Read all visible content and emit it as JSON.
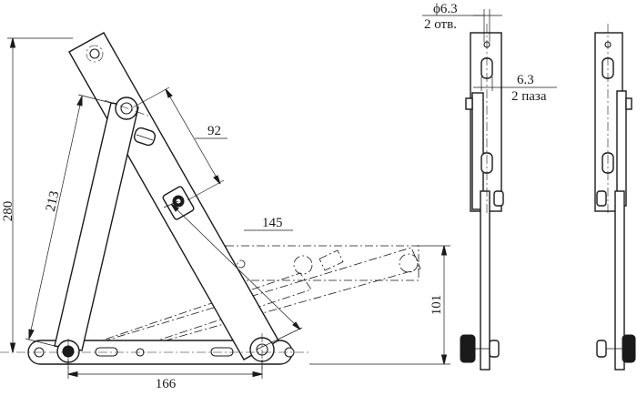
{
  "dimensions": {
    "height_total": "280",
    "arm_length": "213",
    "slot_length": "92",
    "link_length": "145",
    "base_span": "166",
    "lift_height": "101"
  },
  "side_view": {
    "hole_diameter": "ϕ6.3",
    "hole_note": "2 отв.",
    "slot_width": "6.3",
    "slot_note": "2 паза"
  }
}
